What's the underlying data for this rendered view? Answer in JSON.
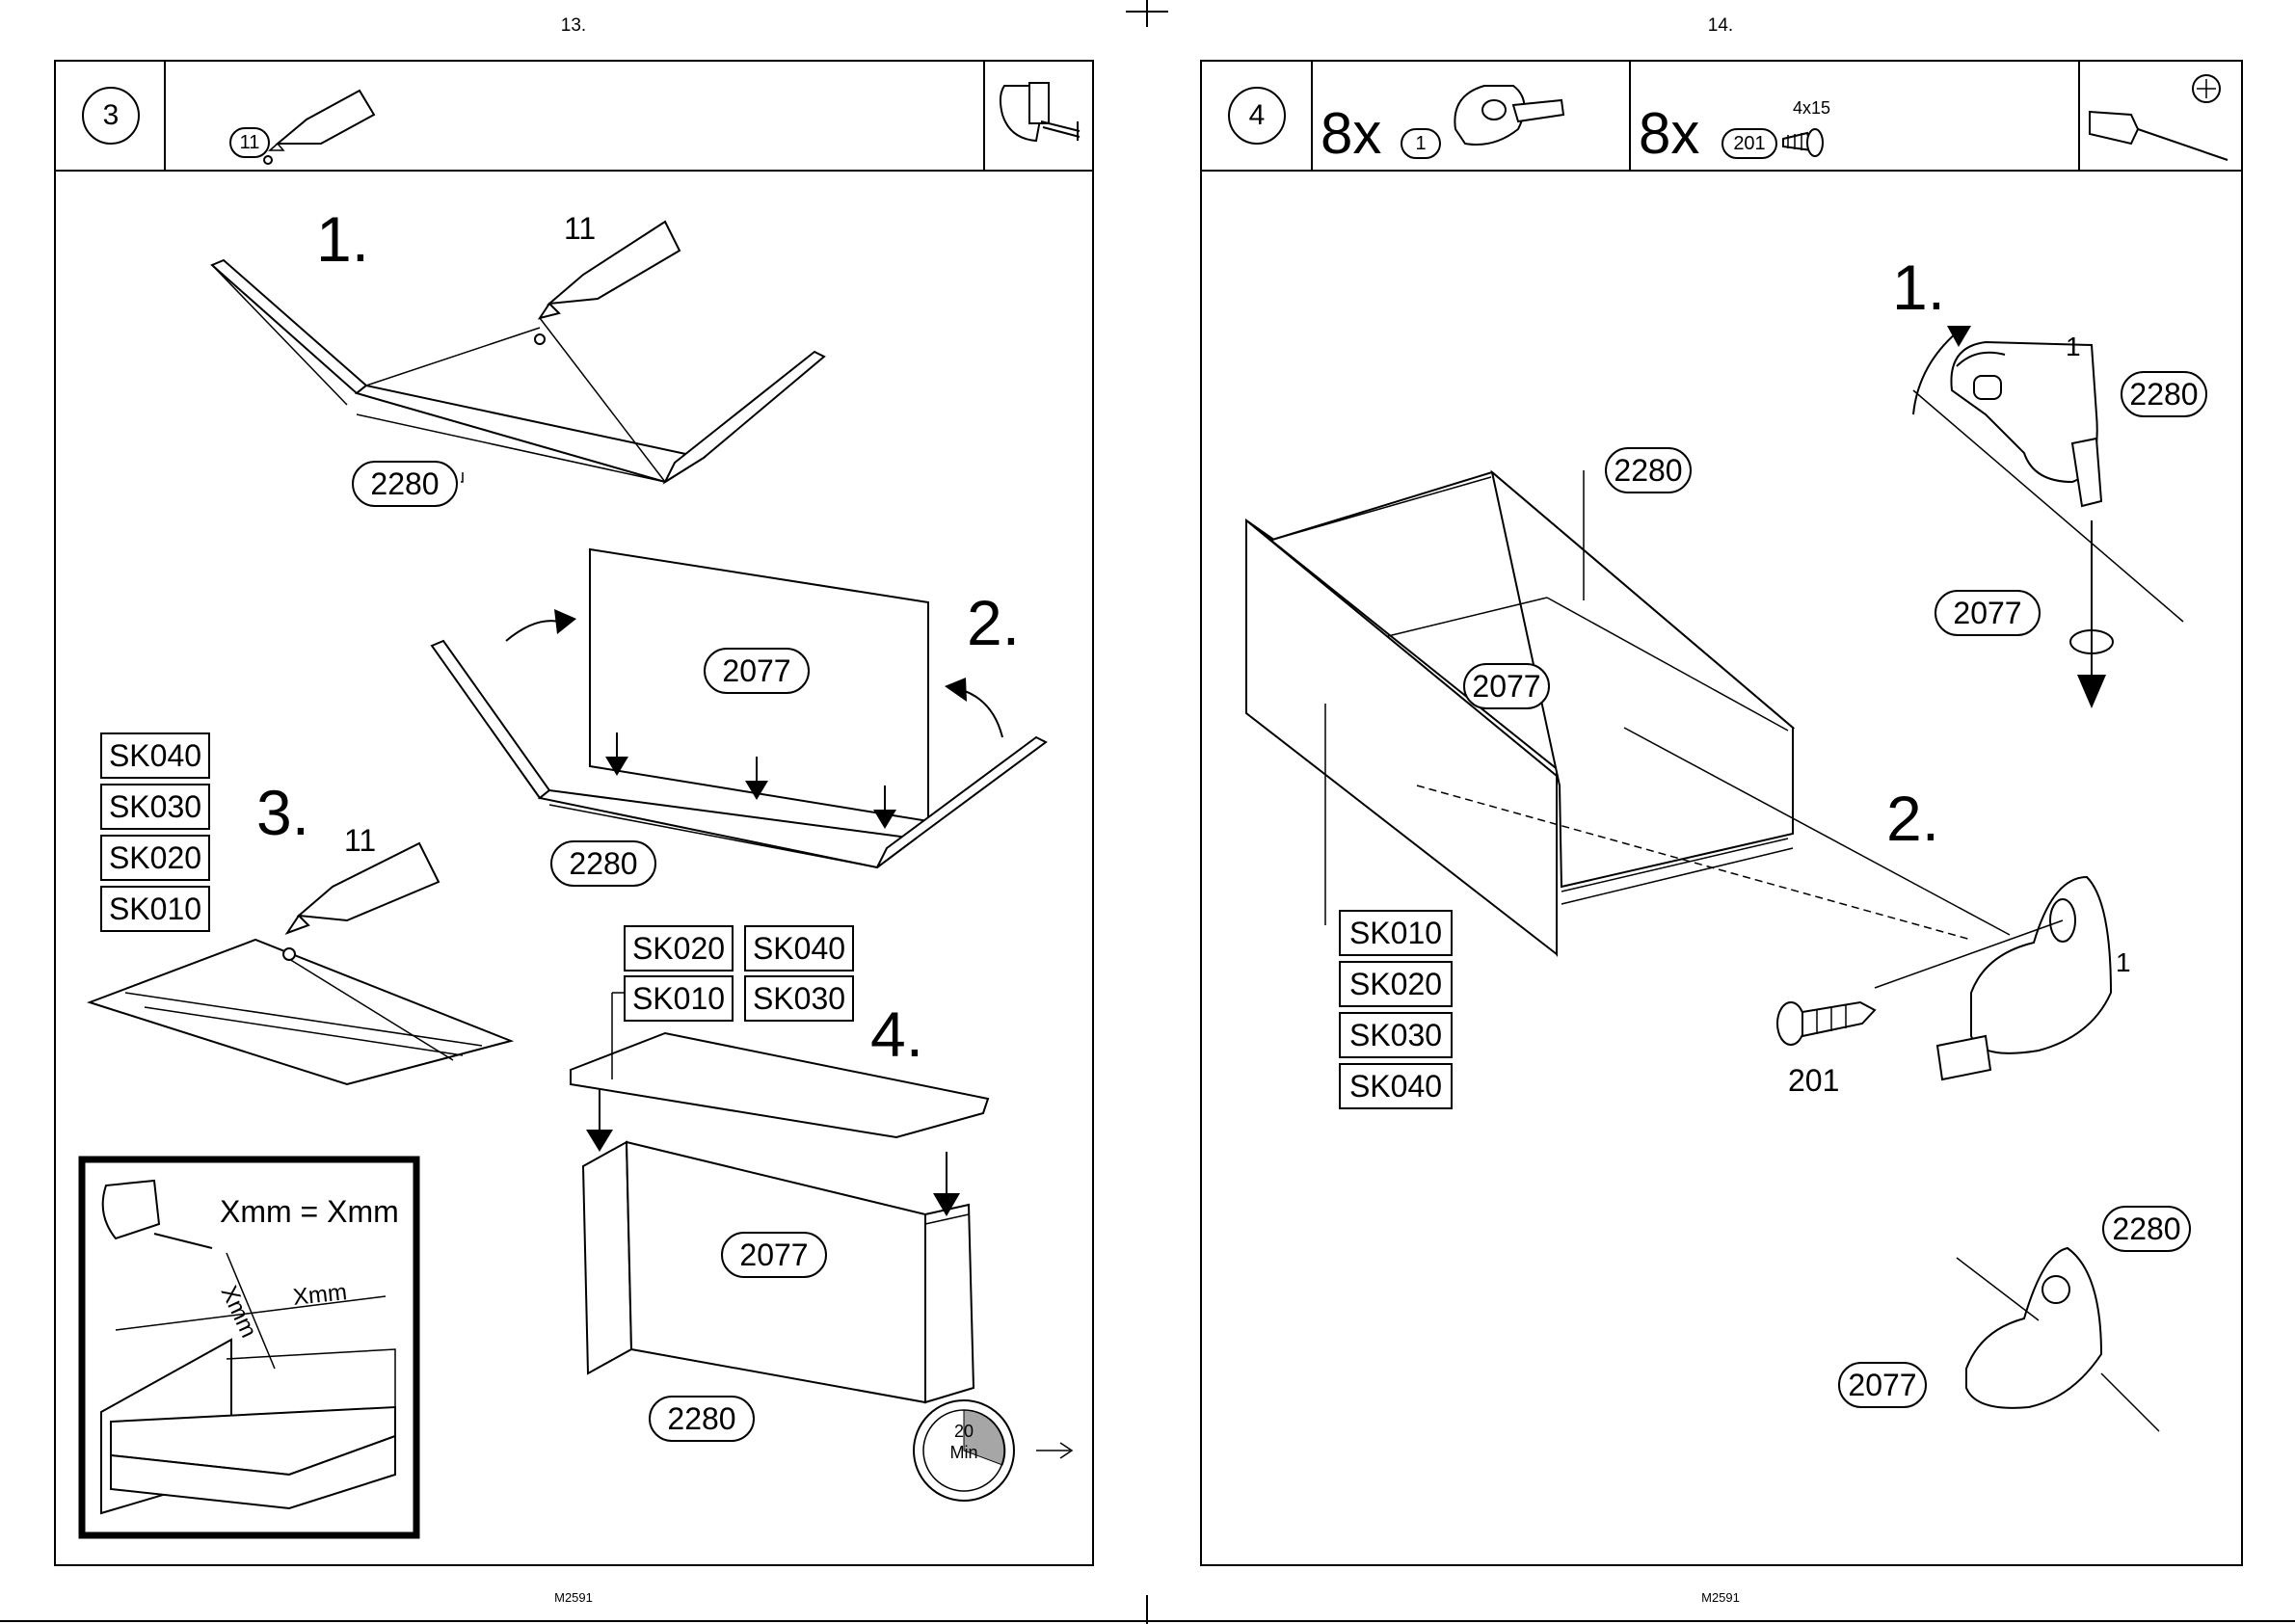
{
  "left_page": {
    "page_number": "13.",
    "footer_code": "M2591",
    "step_number": "3",
    "glue_part_number": "11",
    "substeps": {
      "s1": "1.",
      "s2": "2.",
      "s3": "3.",
      "s4": "4."
    },
    "glue_labels": {
      "a": "11",
      "b": "11"
    },
    "part_labels": {
      "a": "2280",
      "b": "2077",
      "c": "2280",
      "d": "2077",
      "e": "2280"
    },
    "sk_stack": [
      "SK040",
      "SK030",
      "SK020",
      "SK010"
    ],
    "sk_grid": [
      "SK020",
      "SK040",
      "SK010",
      "SK030"
    ],
    "inset": {
      "equation": "Xmm = Xmm",
      "diag_label": "Xmm",
      "horiz_label": "Xmm"
    },
    "timer": {
      "minutes": "20",
      "unit": "Min"
    }
  },
  "right_page": {
    "page_number": "14.",
    "footer_code": "M2591",
    "step_number": "4",
    "hardware": [
      {
        "qty": "8x",
        "part": "1",
        "icon": "bracket-icon"
      },
      {
        "qty": "8x",
        "part": "201",
        "size": "4x15",
        "icon": "screw-icon"
      }
    ],
    "tool_icon": "screwdriver-icon",
    "substeps": {
      "s1": "1.",
      "s2": "2."
    },
    "part_labels": {
      "drawer_side": "2280",
      "drawer_back": "2077",
      "detail1_side": "2280",
      "detail1_bottom": "2077",
      "detail3_side": "2280",
      "detail3_bottom": "2077"
    },
    "bracket_labels": {
      "detail1": "1",
      "detail2": "1"
    },
    "screw_label": "201",
    "sk_stack": [
      "SK010",
      "SK020",
      "SK030",
      "SK040"
    ]
  }
}
